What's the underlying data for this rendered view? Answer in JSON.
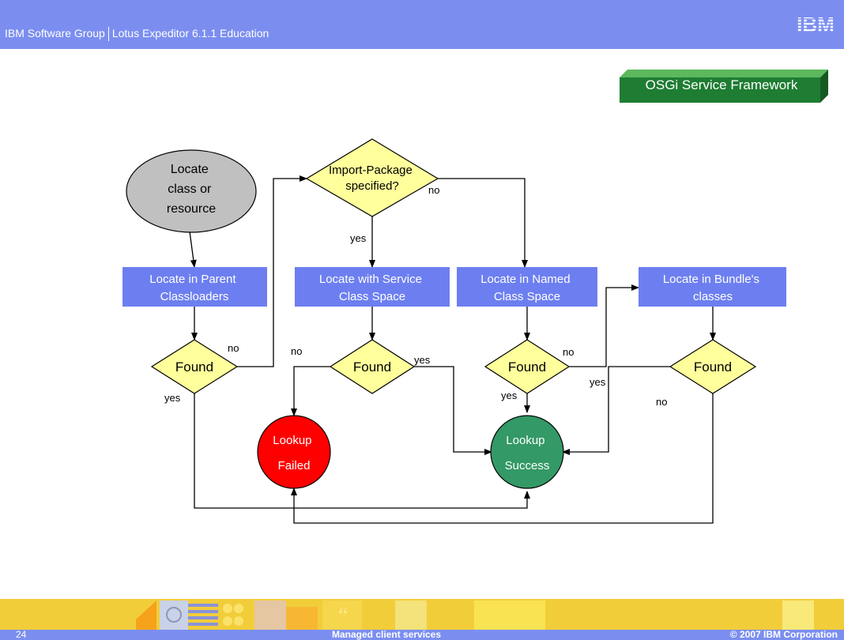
{
  "header": {
    "group": "IBM Software Group",
    "course": "Lotus Expeditor 6.1.1 Education",
    "logo": "IBM"
  },
  "section_tag": "OSGi Service Framework",
  "diagram": {
    "start": [
      "Locate",
      "class or",
      "resource"
    ],
    "decision_import": [
      "Import-Package",
      "specified?"
    ],
    "box_parent": [
      "Locate in Parent",
      "Classloaders"
    ],
    "box_service": [
      "Locate with Service",
      "Class Space"
    ],
    "box_named": [
      "Locate in Named",
      "Class Space"
    ],
    "box_bundle": [
      "Locate in Bundle's",
      "classes"
    ],
    "found_label": "Found",
    "end_failed": [
      "Lookup",
      "Failed"
    ],
    "end_success": [
      "Lookup",
      "Success"
    ],
    "edge_yes": "yes",
    "edge_no": "no"
  },
  "footer": {
    "page": "24",
    "title": "Managed client services",
    "copyright": "© 2007 IBM Corporation"
  },
  "colors": {
    "header": "#7b8ef0",
    "box": "#6d7ff0",
    "decision": "#ffff9c",
    "start": "#c0c0c0",
    "failed": "#ff0000",
    "success": "#339966",
    "tag": "#1e7d32",
    "footer_band": "#f2cd3a"
  }
}
